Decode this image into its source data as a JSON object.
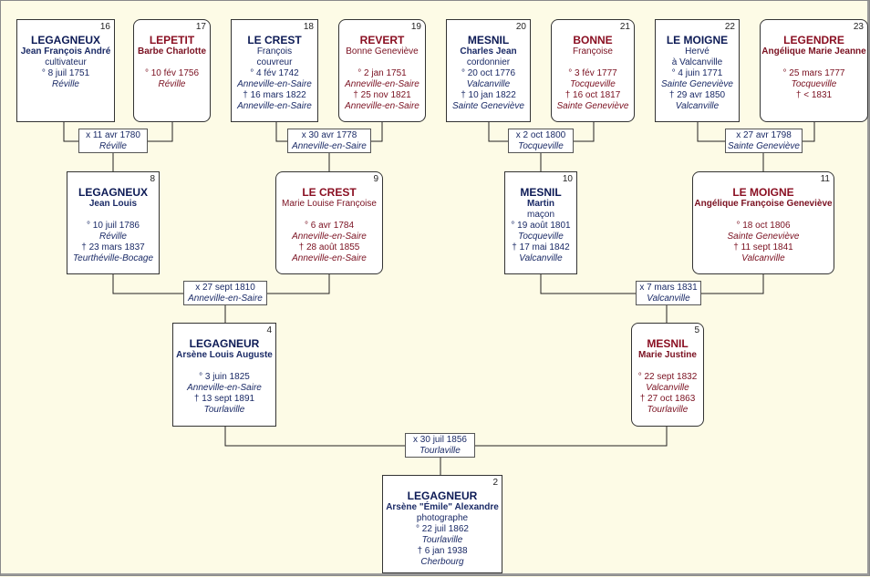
{
  "persons": {
    "p16": {
      "num": "16",
      "surname": "LEGAGNEUX",
      "given": "Jean François André",
      "occupation": "cultivateur",
      "birth": "° 8 juil 1751",
      "birth_place": "Réville"
    },
    "p17": {
      "num": "17",
      "surname": "LEPETIT",
      "given": "Barbe Charlotte",
      "birth": "° 10 fév 1756",
      "birth_place": "Réville"
    },
    "p18": {
      "num": "18",
      "surname": "LE CREST",
      "given": "François",
      "occupation": "couvreur",
      "birth": "° 4 fév 1742",
      "birth_place": "Anneville-en-Saire",
      "death": "† 16 mars 1822",
      "death_place": "Anneville-en-Saire"
    },
    "p19": {
      "num": "19",
      "surname": "REVERT",
      "given": "Bonne Geneviève",
      "birth": "° 2 jan 1751",
      "birth_place": "Anneville-en-Saire",
      "death": "† 25 nov 1821",
      "death_place": "Anneville-en-Saire"
    },
    "p20": {
      "num": "20",
      "surname": "MESNIL",
      "given": "Charles Jean",
      "occupation": "cordonnier",
      "birth": "° 20 oct 1776",
      "birth_place": "Valcanville",
      "death": "† 10 jan 1822",
      "death_place": "Sainte Geneviève"
    },
    "p21": {
      "num": "21",
      "surname": "BONNE",
      "given": "Françoise",
      "birth": "° 3 fév 1777",
      "birth_place": "Tocqueville",
      "death": "† 16 oct 1817",
      "death_place": "Sainte Geneviève"
    },
    "p22": {
      "num": "22",
      "surname": "LE MOIGNE",
      "given": "Hervé",
      "occupation": "à Valcanville",
      "birth": "° 4 juin 1771",
      "birth_place": "Sainte Geneviève",
      "death": "† 29 avr 1850",
      "death_place": "Valcanville"
    },
    "p23": {
      "num": "23",
      "surname": "LEGENDRE",
      "given": "Angélique Marie Jeanne",
      "birth": "° 25 mars 1777",
      "birth_place": "Tocqueville",
      "death": "† < 1831"
    },
    "p8": {
      "num": "8",
      "surname": "LEGAGNEUX",
      "given": "Jean Louis",
      "birth": "° 10 juil 1786",
      "birth_place": "Réville",
      "death": "† 23 mars 1837",
      "death_place": "Teurthéville-Bocage"
    },
    "p9": {
      "num": "9",
      "surname": "LE CREST",
      "given": "Marie Louise Françoise",
      "birth": "° 6 avr 1784",
      "birth_place": "Anneville-en-Saire",
      "death": "† 28 août 1855",
      "death_place": "Anneville-en-Saire"
    },
    "p10": {
      "num": "10",
      "surname": "MESNIL",
      "given": "Martin",
      "occupation": "maçon",
      "birth": "° 19 août 1801",
      "birth_place": "Tocqueville",
      "death": "† 17 mai 1842",
      "death_place": "Valcanville"
    },
    "p11": {
      "num": "11",
      "surname": "LE MOIGNE",
      "given": "Angélique Françoise Geneviève",
      "birth": "° 18 oct 1806",
      "birth_place": "Sainte Geneviève",
      "death": "† 11 sept 1841",
      "death_place": "Valcanville"
    },
    "p4": {
      "num": "4",
      "surname": "LEGAGNEUR",
      "given": "Arsène Louis Auguste",
      "birth": "° 3 juin 1825",
      "birth_place": "Anneville-en-Saire",
      "death": "† 13 sept 1891",
      "death_place": "Tourlaville"
    },
    "p5": {
      "num": "5",
      "surname": "MESNIL",
      "given": "Marie Justine",
      "birth": "° 22 sept 1832",
      "birth_place": "Valcanville",
      "death": "† 27 oct 1863",
      "death_place": "Tourlaville"
    },
    "p2": {
      "num": "2",
      "surname": "LEGAGNEUR",
      "given": "Arsène \"Émile\" Alexandre",
      "occupation": "photographe",
      "birth": "° 22 juil 1862",
      "birth_place": "Tourlaville",
      "death": "† 6 jan 1938",
      "death_place": "Cherbourg"
    }
  },
  "marriages": {
    "m16": {
      "date": "x 11 avr 1780",
      "place": "Réville"
    },
    "m18": {
      "date": "x 30 avr 1778",
      "place": "Anneville-en-Saire"
    },
    "m20": {
      "date": "x 2 oct 1800",
      "place": "Tocqueville"
    },
    "m22": {
      "date": "x 27 avr 1798",
      "place": "Sainte Geneviève"
    },
    "m8": {
      "date": "x 27 sept 1810",
      "place": "Anneville-en-Saire"
    },
    "m10": {
      "date": "x 7 mars 1831",
      "place": "Valcanville"
    },
    "m4": {
      "date": "x 30 juil 1856",
      "place": "Tourlaville"
    }
  }
}
